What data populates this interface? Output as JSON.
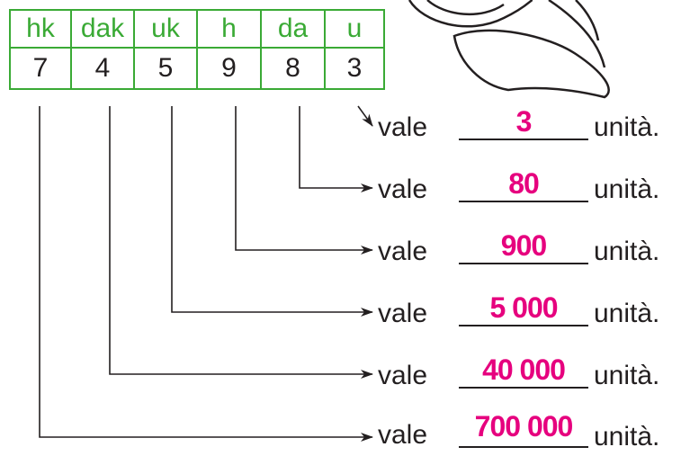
{
  "table": {
    "headers": [
      "hk",
      "dak",
      "uk",
      "h",
      "da",
      "u"
    ],
    "digits": [
      "7",
      "4",
      "5",
      "9",
      "8",
      "3"
    ]
  },
  "rows": [
    {
      "prefix": "vale",
      "answer": "3",
      "suffix": "unità."
    },
    {
      "prefix": "vale",
      "answer": "80",
      "suffix": "unità."
    },
    {
      "prefix": "vale",
      "answer": "900",
      "suffix": "unità."
    },
    {
      "prefix": "vale",
      "answer": "5 000",
      "suffix": "unità."
    },
    {
      "prefix": "vale",
      "answer": "40 000",
      "suffix": "unità."
    },
    {
      "prefix": "vale",
      "answer": "700 000",
      "suffix": "unità."
    }
  ],
  "colors": {
    "table_border": "#3aaa35",
    "header_text": "#3aaa35",
    "answer_text": "#e6007e",
    "line": "#231f20"
  },
  "decoration": {
    "icon": "drawing-of-a-snail-shell-fragment"
  }
}
